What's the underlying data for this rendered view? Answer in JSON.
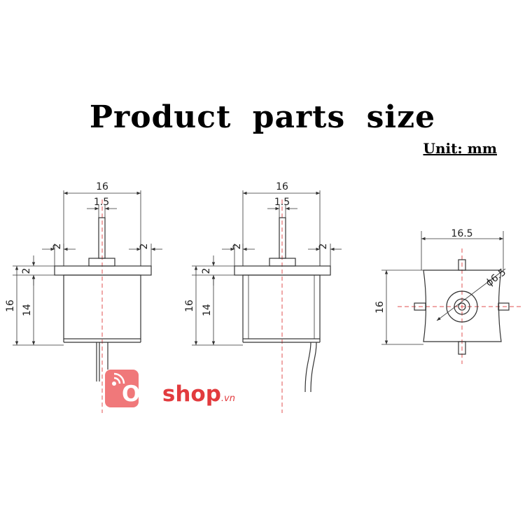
{
  "title": "Product  parts  size",
  "unit_label": "Unit: mm",
  "views": {
    "front": {
      "width": "16",
      "shaft": "1.5",
      "tab_left": "2",
      "tab_right": "2",
      "flange": "2",
      "height_total": "16",
      "height_body": "14"
    },
    "side": {
      "width": "16",
      "shaft": "1.5",
      "tab_left": "2",
      "tab_right": "2",
      "flange": "2",
      "height_total": "16",
      "height_body": "14"
    },
    "top": {
      "width": "16.5",
      "height": "16",
      "diameter": "ϕ6.5"
    }
  },
  "logo": {
    "part1": "Ola",
    "part2": "shop",
    "part3": ".vn"
  },
  "colors": {
    "line": "#333333",
    "centerline": "#e05050",
    "logo_badge": "#f0787a",
    "logo_text": "#e23b3e"
  }
}
